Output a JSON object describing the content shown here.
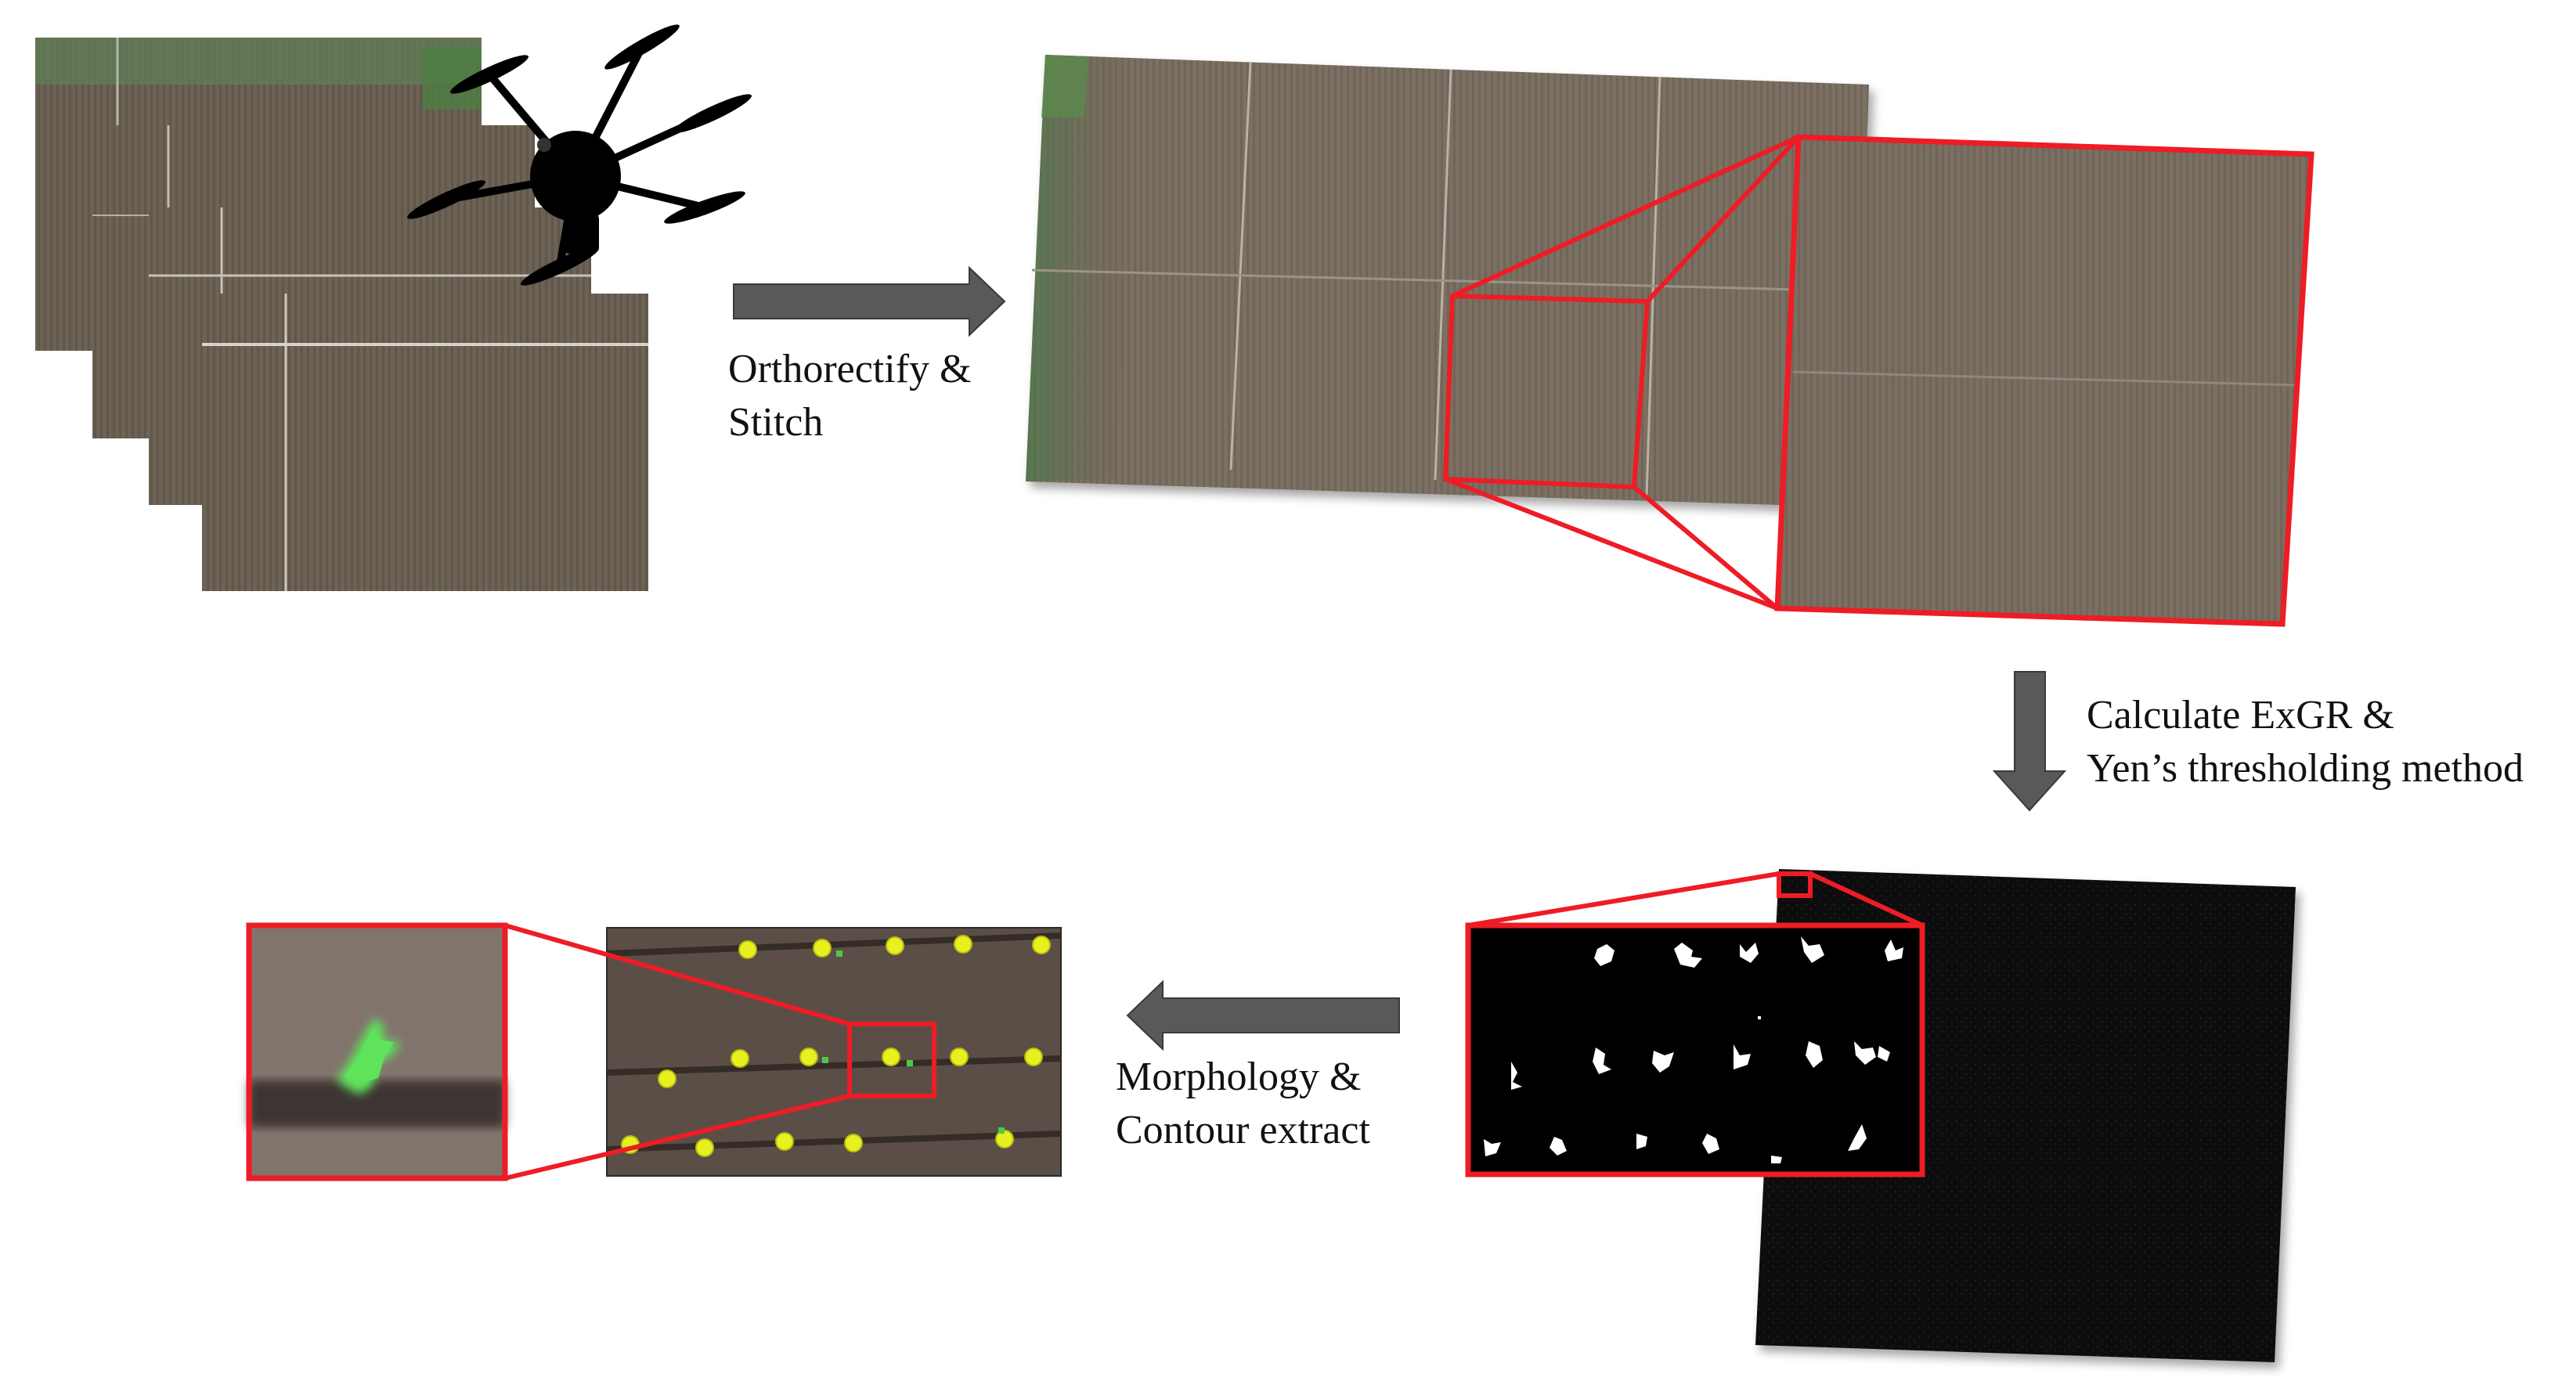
{
  "steps": {
    "orthorectify": {
      "line1": "Orthorectify &",
      "line2": "Stitch"
    },
    "exgr": {
      "line1": "Calculate ExGR &",
      "line2": "Yen’s thresholding method"
    },
    "morphology": {
      "line1": "Morphology &",
      "line2": "Contour extract"
    }
  },
  "icons": {
    "drone": "hexacopter-drone-icon",
    "arrow": "block-arrow-icon"
  },
  "colors": {
    "highlight": "#ee1c25",
    "arrow": "#595959",
    "soil": "#6f6457",
    "plant": "#5ee35a",
    "plant_marker": "#e8f020",
    "mask_background": "#000000",
    "mask_foreground": "#ffffff"
  }
}
